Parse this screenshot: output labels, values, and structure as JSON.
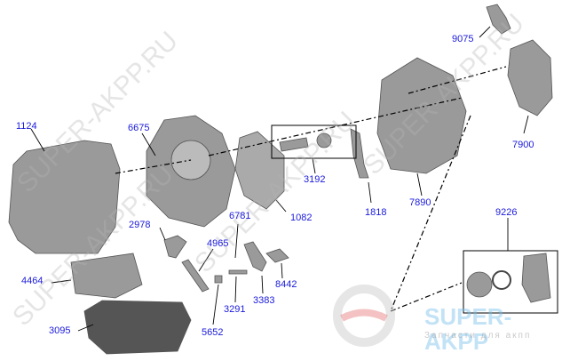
{
  "watermark": "SUPER-AKPP.RU",
  "logo": {
    "name": "SUPER-AKPP",
    "tagline": "Запчасти для акпп"
  },
  "colors": {
    "label": "#1a1adc",
    "part": "#8a8a8a",
    "line": "#000000"
  },
  "labels": [
    {
      "id": "9075",
      "text": "9075"
    },
    {
      "id": "7900",
      "text": "7900"
    },
    {
      "id": "1124",
      "text": "1124"
    },
    {
      "id": "6675",
      "text": "6675"
    },
    {
      "id": "3192",
      "text": "3192"
    },
    {
      "id": "1082",
      "text": "1082"
    },
    {
      "id": "1818",
      "text": "1818"
    },
    {
      "id": "7890",
      "text": "7890"
    },
    {
      "id": "9226",
      "text": "9226"
    },
    {
      "id": "6781",
      "text": "6781"
    },
    {
      "id": "2978",
      "text": "2978"
    },
    {
      "id": "4965",
      "text": "4965"
    },
    {
      "id": "4464",
      "text": "4464"
    },
    {
      "id": "8442",
      "text": "8442"
    },
    {
      "id": "3291",
      "text": "3291"
    },
    {
      "id": "3383",
      "text": "3383"
    },
    {
      "id": "3095",
      "text": "3095"
    },
    {
      "id": "5652",
      "text": "5652"
    }
  ]
}
